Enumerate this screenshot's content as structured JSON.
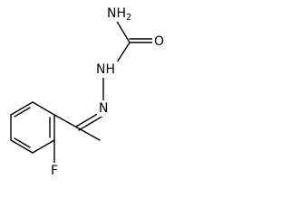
{
  "molecule": {
    "atoms": {
      "amine": {
        "main": "NH",
        "sub": "2"
      },
      "carbonyl_oxygen": "O",
      "hydrazide_nitrogen": "NH",
      "imine_nitrogen": "N",
      "fluorine": "F"
    },
    "colors": {
      "bond": "#000000",
      "label": "#000000",
      "background": "#ffffff"
    }
  }
}
